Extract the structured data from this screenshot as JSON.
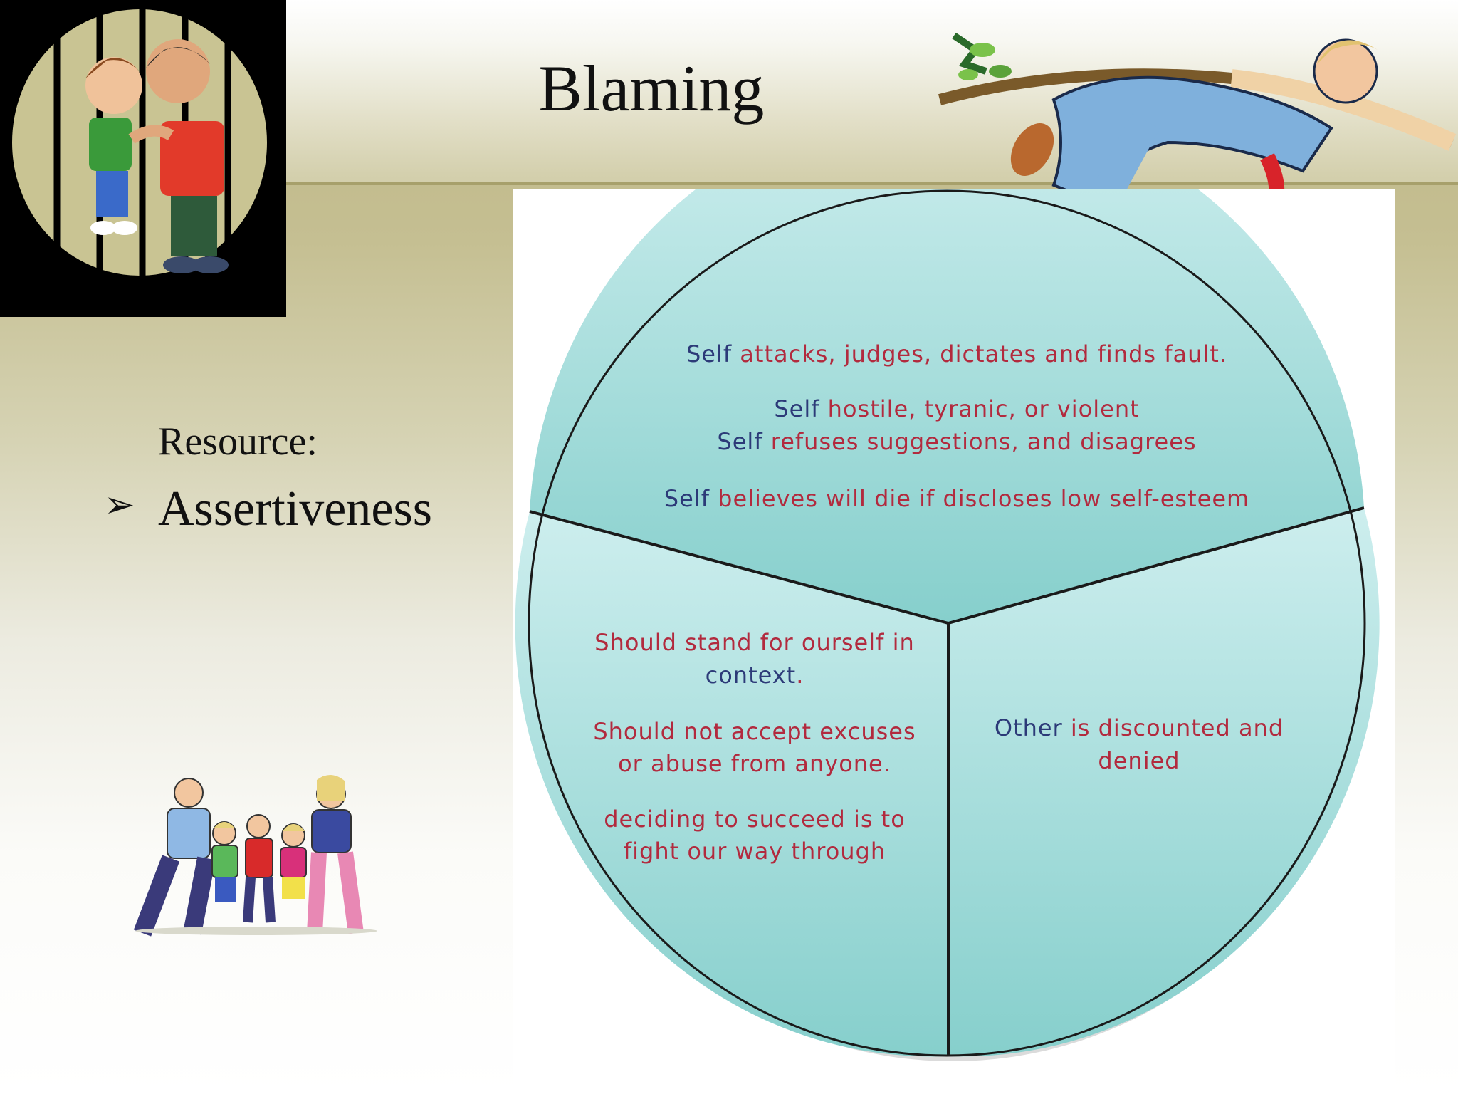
{
  "slide": {
    "title": "Blaming",
    "resource_label": "Resource:",
    "bullet_symbol": "➢",
    "bullet_text": "Assertiveness"
  },
  "colors": {
    "segment_fill_top": "#cdeeee",
    "segment_fill_bottom": "#86cfcc",
    "keyword_blue": "#2c3a78",
    "text_red": "#b22a3e",
    "outline": "#1a1a1a"
  },
  "diagram": {
    "top_segment": {
      "lines": [
        {
          "key": "Self",
          "text": " attacks, judges, dictates and finds fault."
        },
        {
          "key": "Self",
          "text": " hostile, tyranic, or violent"
        },
        {
          "key": "Self",
          "text": " refuses suggestions, and disagrees"
        },
        {
          "key": "Self",
          "text": " believes will die if discloses low self-esteem"
        }
      ]
    },
    "left_segment": {
      "p1_line1": "Should stand for ourself in",
      "p1_line2_blue": "context",
      "p1_line2_red": ".",
      "p2_line1": "Should not accept excuses",
      "p2_line2": "or abuse from anyone.",
      "p3_line1": "deciding to succeed is to",
      "p3_line2": "fight our way through"
    },
    "right_segment": {
      "key": "Other",
      "line1_rest": " is discounted and",
      "line2": "denied"
    }
  },
  "images": {
    "top_left": "clipart-kids-arguing-behind-bars",
    "top_right": "clipart-man-falling-from-branch",
    "bottom_left": "clipart-family-holding-hands"
  }
}
